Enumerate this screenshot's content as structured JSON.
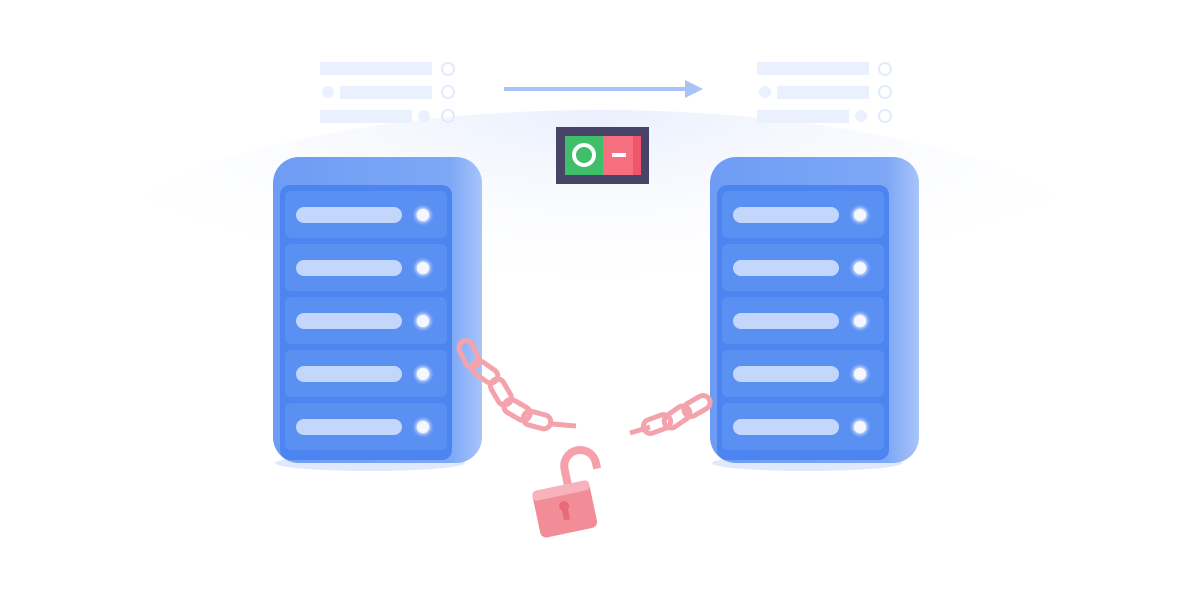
{
  "colors": {
    "background": "#ffffff",
    "floor": "#eef2fd",
    "server_body": "#6f9cf4",
    "server_face": "#4d85f0",
    "server_slot": "#5b90f3",
    "slot_bar": "#c3d6fb",
    "led": "#f4f7ff",
    "arrow": "#a9c2f7",
    "list_faint": "#eaf0fd",
    "toggle_frame": "#474468",
    "toggle_on": "#3fbf6a",
    "toggle_off": "#f56f80",
    "chain": "#f4a3ac",
    "lock": "#f28d98"
  },
  "illustration": {
    "servers": 2,
    "slots_per_server": 5,
    "toggle_state": "on"
  }
}
